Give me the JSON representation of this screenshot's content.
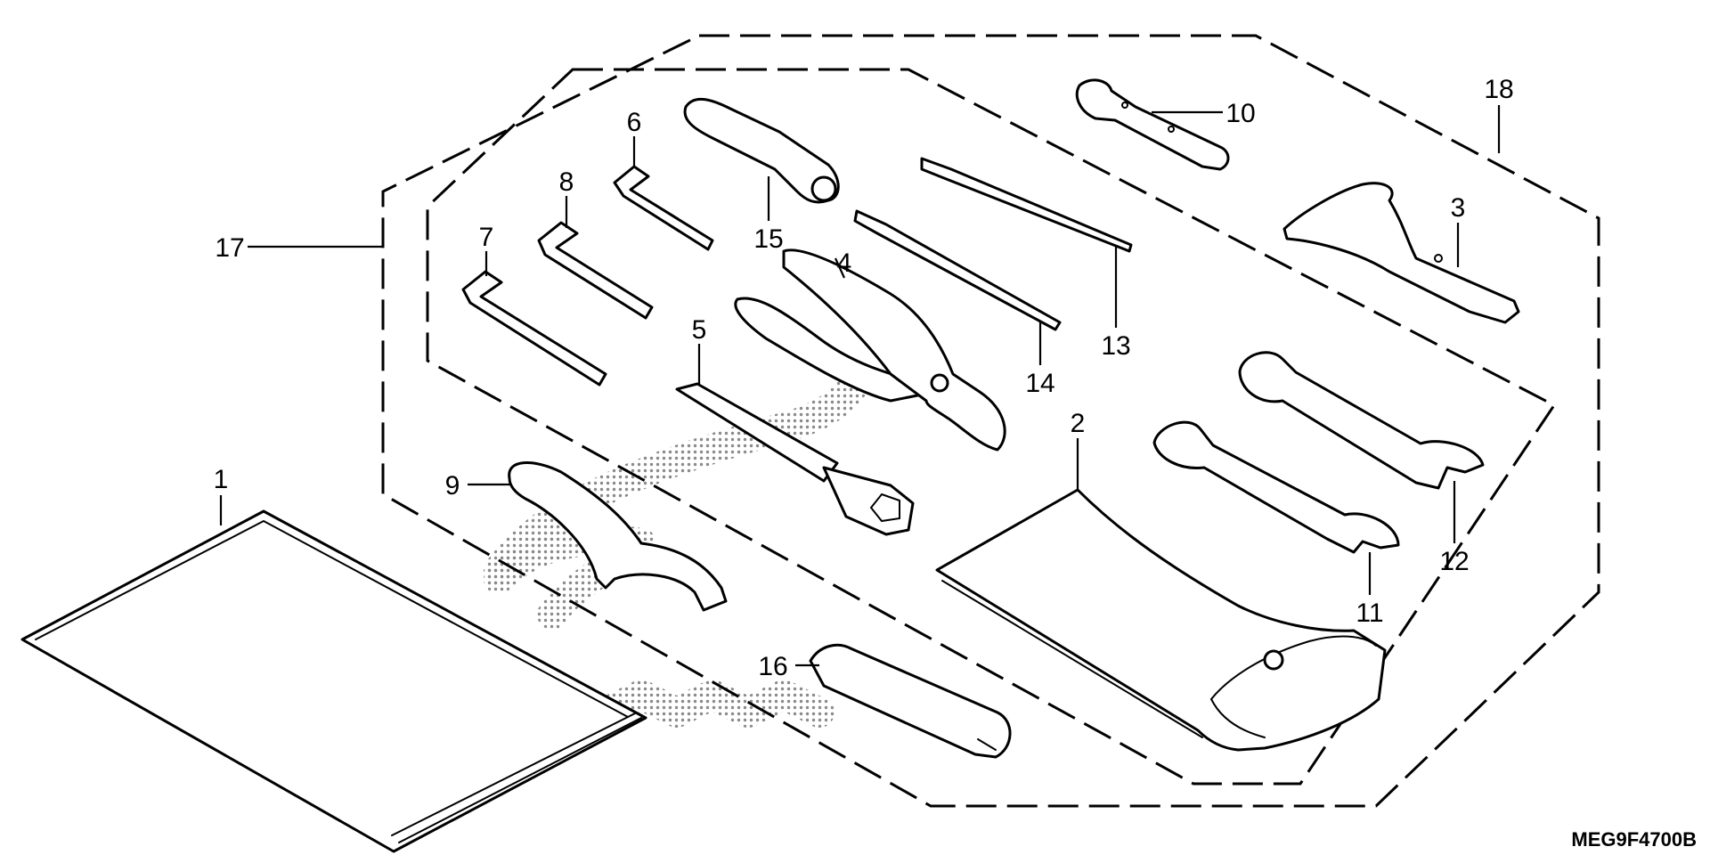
{
  "diagram": {
    "reference_code": "MEG9F4700B",
    "callouts": [
      {
        "id": "c1",
        "label": "1"
      },
      {
        "id": "c2",
        "label": "2"
      },
      {
        "id": "c3",
        "label": "3"
      },
      {
        "id": "c4",
        "label": "4"
      },
      {
        "id": "c5",
        "label": "5"
      },
      {
        "id": "c6",
        "label": "6"
      },
      {
        "id": "c7",
        "label": "7"
      },
      {
        "id": "c8",
        "label": "8"
      },
      {
        "id": "c9",
        "label": "9"
      },
      {
        "id": "c10",
        "label": "10"
      },
      {
        "id": "c11",
        "label": "11"
      },
      {
        "id": "c12",
        "label": "12"
      },
      {
        "id": "c13",
        "label": "13"
      },
      {
        "id": "c14",
        "label": "14"
      },
      {
        "id": "c15",
        "label": "15"
      },
      {
        "id": "c16",
        "label": "16"
      },
      {
        "id": "c17",
        "label": "17"
      },
      {
        "id": "c18",
        "label": "18"
      }
    ]
  },
  "colors": {
    "line": "#000000",
    "background": "#ffffff",
    "watermark_dots": "#8a8a8a"
  }
}
